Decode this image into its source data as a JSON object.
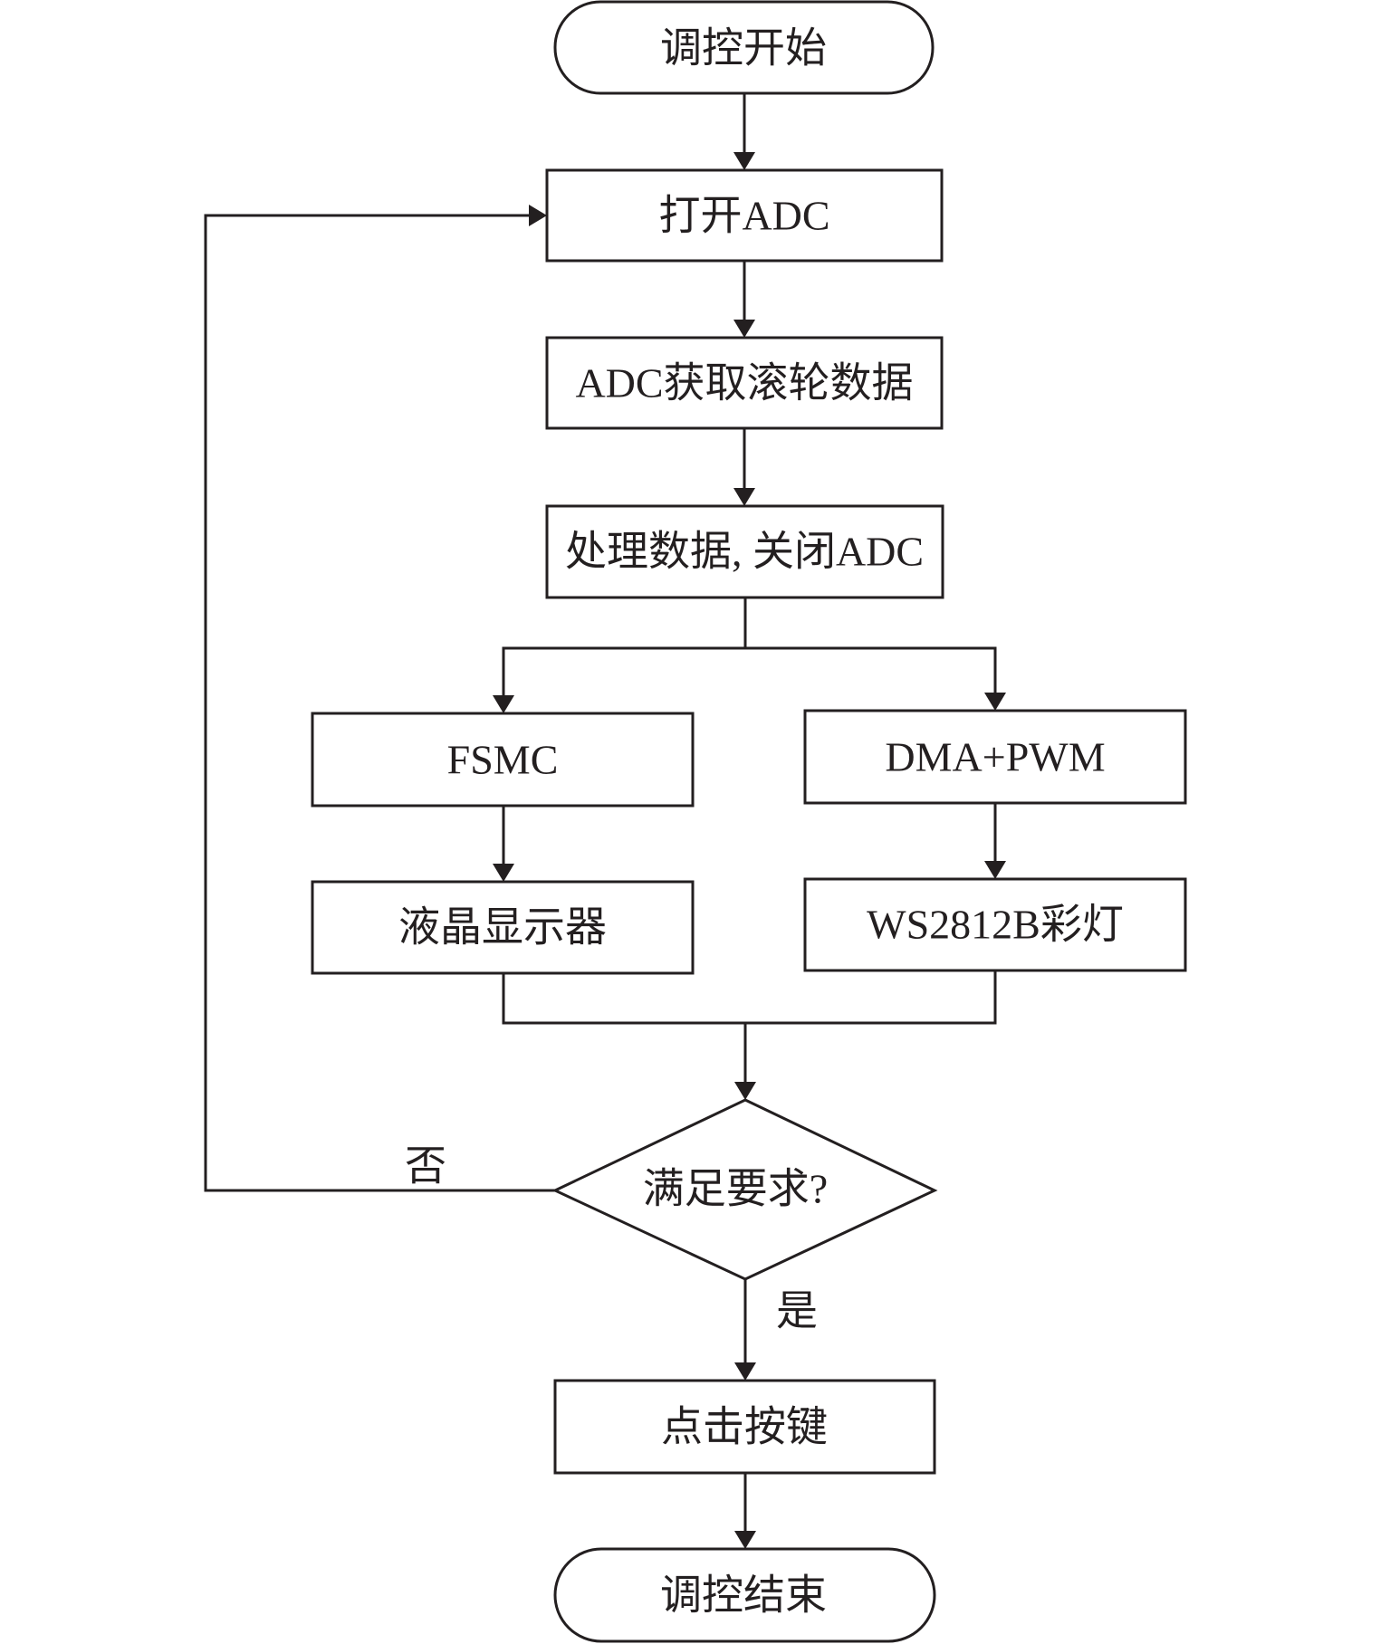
{
  "colors": {
    "stroke": "#231f20",
    "text": "#231f20",
    "background": "#ffffff"
  },
  "nodes": {
    "start": {
      "label": "调控开始"
    },
    "open_adc": {
      "label": "打开ADC"
    },
    "adc_read": {
      "label": "ADC获取滚轮数据"
    },
    "process": {
      "label": "处理数据, 关闭ADC"
    },
    "fsmc": {
      "label": "FSMC"
    },
    "dma_pwm": {
      "label": "DMA+PWM"
    },
    "lcd": {
      "label": "液晶显示器"
    },
    "ws2812b": {
      "label": "WS2812B彩灯"
    },
    "decision": {
      "label": "满足要求?"
    },
    "press_key": {
      "label": "点击按键"
    },
    "end": {
      "label": "调控结束"
    }
  },
  "edges": {
    "no_label": "否",
    "yes_label": "是"
  }
}
